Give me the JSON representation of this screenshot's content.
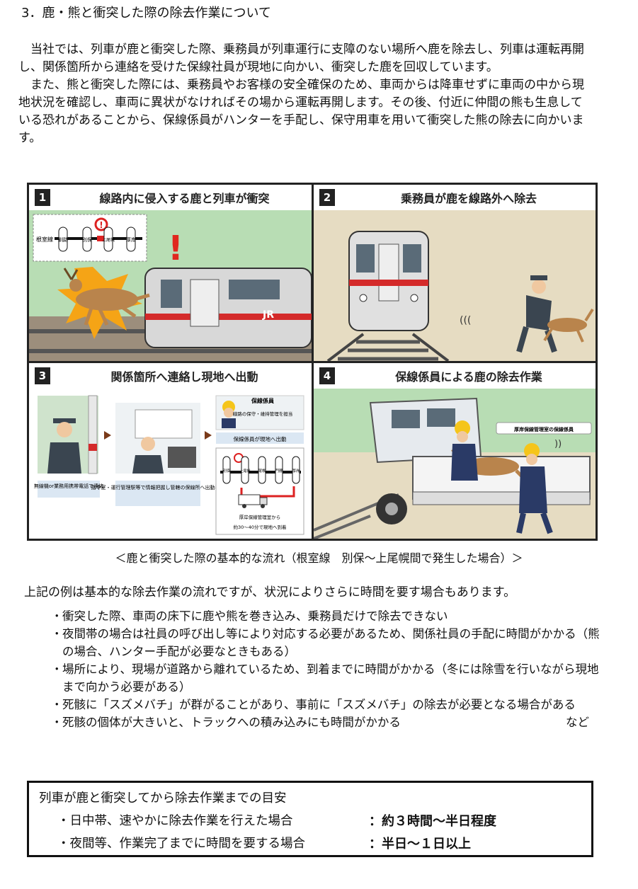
{
  "heading": "3．鹿・熊と衝突した際の除去作業について",
  "paragraphs": [
    "　当社では、列車が鹿と衝突した際、乗務員が列車運行に支障のない場所へ鹿を除去し、列車は運転再開し、関係箇所から連絡を受けた保線社員が現地に向かい、衝突した鹿を回収しています。",
    "　また、熊と衝突した際には、乗務員やお客様の安全確保のため、車両からは降車せずに車両の中から現地状況を確認し、車両に異状がなければその場から運転再開します。その後、付近に仲間の熊も生息している恐れがあることから、保線係員がハンターを手配し、保守用車を用いて衝突した熊の除去に向かいます。"
  ],
  "panels": [
    {
      "num": "1",
      "title": "線路内に侵入する鹿と列車が衝突"
    },
    {
      "num": "2",
      "title": "乗務員が鹿を線路外へ除去"
    },
    {
      "num": "3",
      "title": "関係箇所へ連絡し現地へ出動"
    },
    {
      "num": "4",
      "title": "保線係員による鹿の除去作業"
    }
  ],
  "panel1": {
    "line_label": "根室線",
    "stations": [
      "釧路",
      "別保",
      "上尾幌",
      "厚岸"
    ],
    "exclaim": "!",
    "logo": "JR"
  },
  "panel3": {
    "label_a": "無線機or業務用携帯電話で連絡",
    "label_b": "指令室・運行管理駅等で情報把握し管轄の保線所へ出動手配",
    "staff_title": "保線係員",
    "staff_desc": "線路の保守・維持管理を担当",
    "staff_action": "保線係員が現地へ出動",
    "stations": [
      "別保",
      "上尾幌",
      "尾幌",
      "門静",
      "厚岸"
    ],
    "office_note_1": "厚岸保線管理室から",
    "office_note_2": "約30〜40分で現地へ到着"
  },
  "panel4": {
    "tag": "厚岸保線管理室の保線係員"
  },
  "caption": "＜鹿と衝突した際の基本的な流れ（根室線　別保～上尾幌間で発生した場合）＞",
  "note": "上記の例は基本的な除去作業の流れですが、状況によりさらに時間を要す場合もあります。",
  "bullet": "・",
  "list": [
    "衝突した際、車両の床下に鹿や熊を巻き込み、乗務員だけで除去できない",
    "夜間帯の場合は社員の呼び出し等により対応する必要があるため、関係社員の手配に時間がかかる（熊の場合、ハンター手配が必要なときもある）",
    "場所により、現場が道路から離れているため、到着までに時間がかかる（冬には除雪を行いながら現地まで向かう必要がある）",
    "死骸に「スズメバチ」が群がることがあり、事前に「スズメバチ」の除去が必要となる場合がある",
    "死骸の個体が大きいと、トラックへの積み込みにも時間がかかる"
  ],
  "list_etc": "など",
  "box": {
    "title": "列車が鹿と衝突してから除去作業までの目安",
    "rows": [
      {
        "label": "・日中帯、速やかに除去作業を行えた場合",
        "value": "：約３時間〜半日程度"
      },
      {
        "label": "・夜間等、作業完了までに時間を要する場合",
        "value": "：半日〜１日以上"
      }
    ]
  }
}
